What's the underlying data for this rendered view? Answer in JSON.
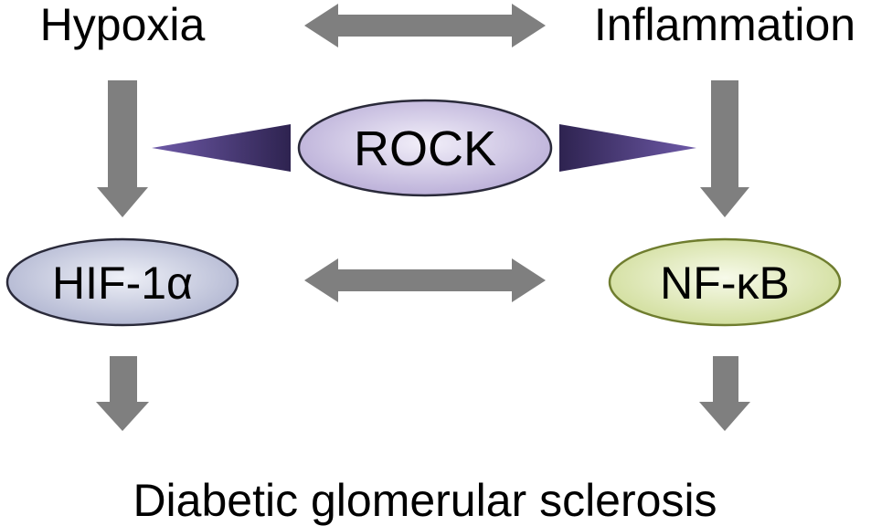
{
  "inputs": {
    "left": "Hypoxia",
    "right": "Inflammation"
  },
  "hub": {
    "label": "ROCK"
  },
  "nodes": {
    "left": "HIF-1α",
    "right": "NF-κB"
  },
  "outcome": "Diabetic glomerular sclerosis",
  "colors": {
    "arrow": "#7f7f7f",
    "wedge": "#3d2f66",
    "rock_fill": "#c9c1e0",
    "hif_fill": "#c3c6da",
    "nfkb_fill": "#dfe8b6",
    "node_stroke": "#2a2a3a",
    "nfkb_stroke": "#6f7d2f"
  }
}
